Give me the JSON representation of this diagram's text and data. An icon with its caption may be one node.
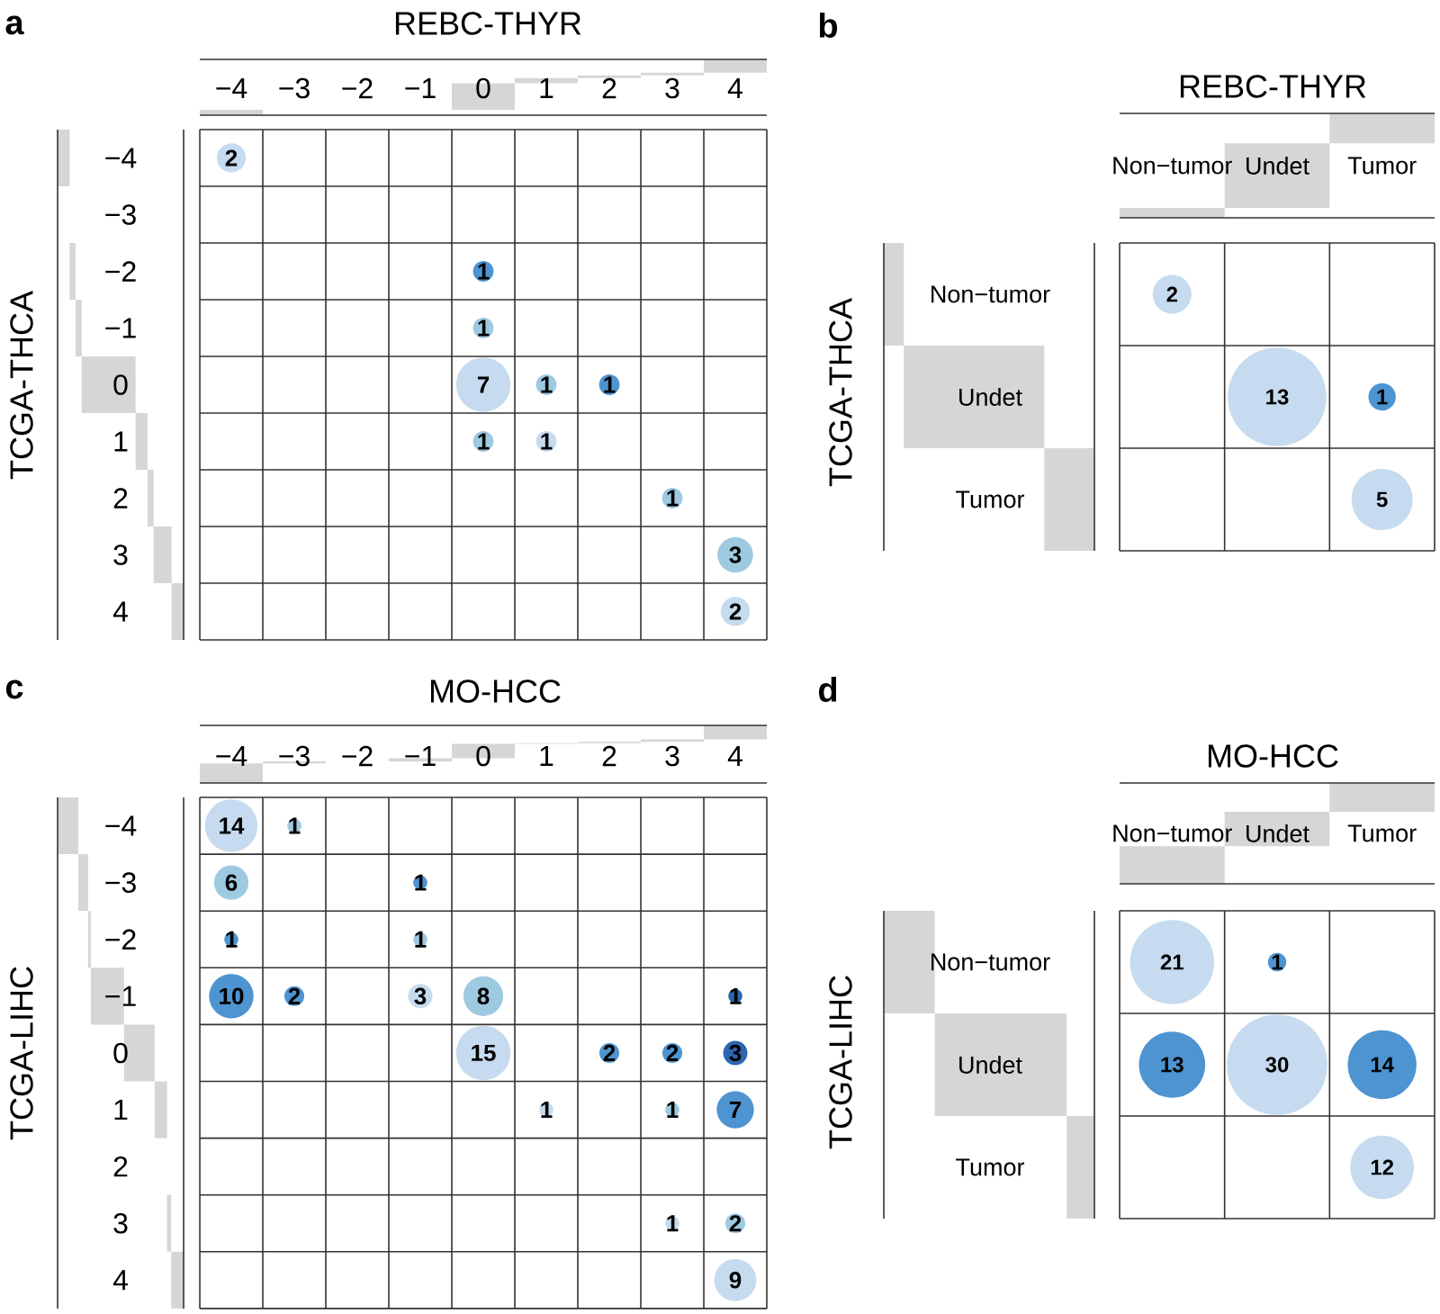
{
  "diagram": {
    "nodes": [
      {
        "text": [
          "2"
        ]
      },
      {
        "text": [
          "1"
        ]
      },
      {
        "text": [
          "1"
        ]
      },
      {
        "text": [
          "7"
        ]
      },
      {
        "text": [
          "1"
        ]
      },
      {
        "text": [
          "1"
        ]
      },
      {
        "text": [
          "1"
        ]
      },
      {
        "text": [
          "1"
        ]
      },
      {
        "text": [
          "1"
        ]
      },
      {
        "text": [
          "3"
        ]
      },
      {
        "text": [
          "2"
        ]
      },
      {
        "text": [
          "2"
        ]
      },
      {
        "text": [
          "13"
        ]
      },
      {
        "text": [
          "1"
        ]
      },
      {
        "text": [
          "5"
        ]
      },
      {
        "text": [
          "14"
        ]
      },
      {
        "text": [
          "1"
        ]
      },
      {
        "text": [
          "6"
        ]
      },
      {
        "text": [
          "1"
        ]
      },
      {
        "text": [
          "1"
        ]
      },
      {
        "text": [
          "1"
        ]
      },
      {
        "text": [
          "10"
        ]
      },
      {
        "text": [
          "2"
        ]
      },
      {
        "text": [
          "3"
        ]
      },
      {
        "text": [
          "8"
        ]
      },
      {
        "text": [
          "1"
        ]
      },
      {
        "text": [
          "15"
        ]
      },
      {
        "text": [
          "2"
        ]
      },
      {
        "text": [
          "2"
        ]
      },
      {
        "text": [
          "3"
        ]
      },
      {
        "text": [
          "1"
        ]
      },
      {
        "text": [
          "1"
        ]
      },
      {
        "text": [
          "7"
        ]
      },
      {
        "text": [
          "1"
        ]
      },
      {
        "text": [
          "2"
        ]
      },
      {
        "text": [
          "9"
        ]
      },
      {
        "text": [
          "21"
        ]
      },
      {
        "text": [
          "1"
        ]
      },
      {
        "text": [
          "13"
        ]
      },
      {
        "text": [
          "30"
        ]
      },
      {
        "text": [
          "14"
        ]
      },
      {
        "text": [
          "12"
        ]
      }
    ],
    "labels": [
      "a",
      "REBC-THYR",
      "−4",
      "−3",
      "−2",
      "−1",
      "0",
      "1",
      "2",
      "3",
      "4",
      "TCGA-THCA",
      "−4",
      "−3",
      "−2",
      "−1",
      "0",
      "1",
      "2",
      "3",
      "4",
      "b",
      "REBC-THYR",
      "Non−tumor",
      "Undet",
      "Tumor",
      "TCGA-THCA",
      "Non−tumor",
      "Undet",
      "Tumor",
      "c",
      "MO-HCC",
      "−4",
      "−3",
      "−2",
      "−1",
      "0",
      "1",
      "2",
      "3",
      "4",
      "TCGA-LIHC",
      "−4",
      "−3",
      "−2",
      "−1",
      "0",
      "1",
      "2",
      "3",
      "4",
      "d",
      "MO-HCC",
      "Non−tumor",
      "Undet",
      "Tumor",
      "TCGA-LIHC",
      "Non−tumor",
      "Undet",
      "Tumor"
    ]
  }
}
